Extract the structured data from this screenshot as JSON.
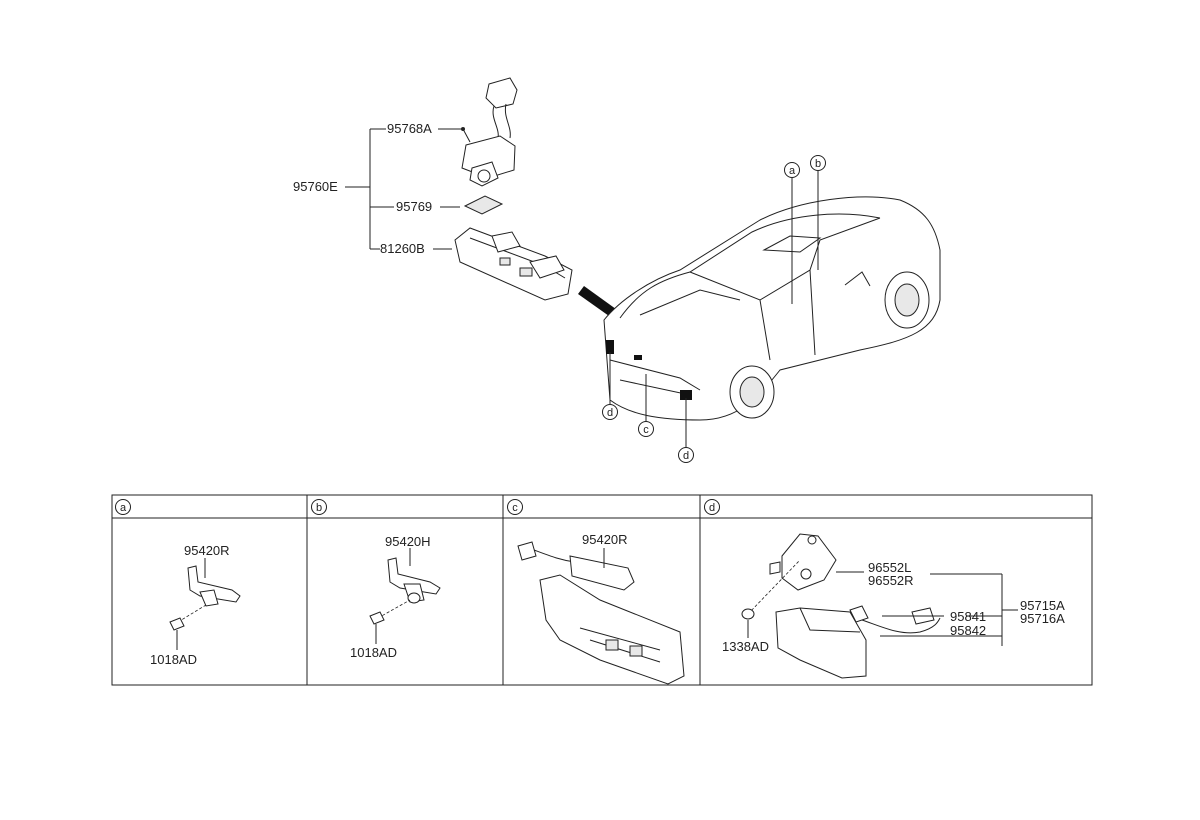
{
  "main": {
    "assembly_label": "95760E",
    "parts": [
      {
        "label": "95768A"
      },
      {
        "label": "95769"
      },
      {
        "label": "81260B"
      }
    ],
    "callouts": [
      "a",
      "b",
      "c",
      "d",
      "d"
    ]
  },
  "panels": [
    {
      "letter": "a",
      "part": "95420R",
      "screw": "1018AD"
    },
    {
      "letter": "b",
      "part": "95420H",
      "screw": "1018AD"
    },
    {
      "letter": "c",
      "part": "95420R"
    },
    {
      "letter": "d",
      "bracket_l": "96552L",
      "bracket_r": "96552R",
      "nut": "1338AD",
      "harness_1": "95841",
      "harness_2": "95842",
      "module_1": "95715A",
      "module_2": "95716A"
    }
  ]
}
